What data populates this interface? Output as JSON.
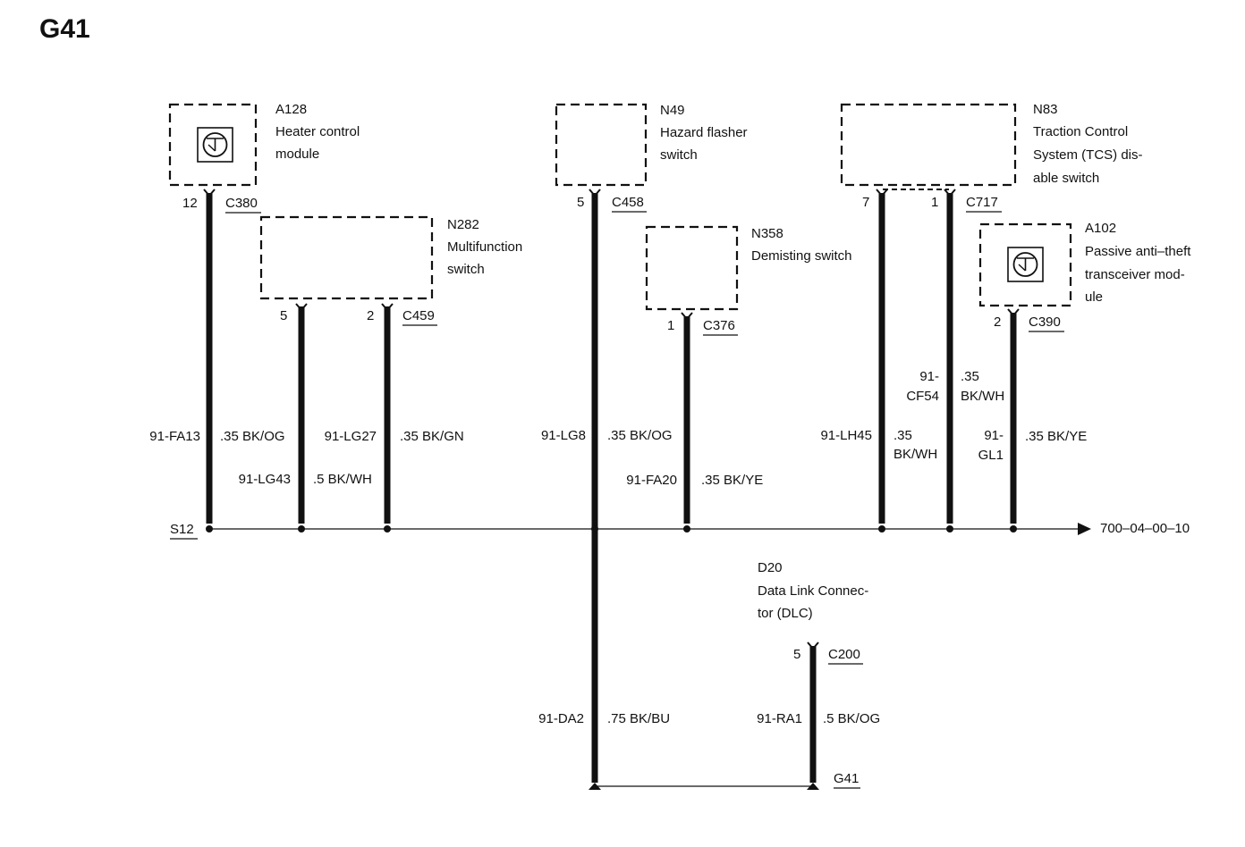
{
  "page_title": "G41",
  "bus_ref": "700–04–00–10",
  "splice": "S12",
  "ground": "G41",
  "components": {
    "a128": {
      "id": "A128",
      "lines": [
        "Heater control",
        "module"
      ]
    },
    "n282": {
      "id": "N282",
      "lines": [
        "Multifunction",
        "switch"
      ]
    },
    "n49": {
      "id": "N49",
      "lines": [
        "Hazard flasher",
        "switch"
      ]
    },
    "n358": {
      "id": "N358",
      "lines": [
        "Demisting switch"
      ]
    },
    "n83": {
      "id": "N83",
      "lines": [
        "Traction Control",
        "System (TCS) dis-",
        "able switch"
      ]
    },
    "a102": {
      "id": "A102",
      "lines": [
        "Passive anti–theft",
        "transceiver mod-",
        "ule"
      ]
    },
    "d20": {
      "id": "D20",
      "lines": [
        "Data Link Connec-",
        "tor (DLC)"
      ]
    }
  },
  "connectors": {
    "c380": "C380",
    "c459": "C459",
    "c458": "C458",
    "c376": "C376",
    "c717": "C717",
    "c390": "C390",
    "c200": "C200"
  },
  "pins": {
    "a128": "12",
    "n282_left": "5",
    "n282_right": "2",
    "n49": "5",
    "n358": "1",
    "n83_left": "7",
    "n83_right": "1",
    "a102": "2",
    "d20": "5"
  },
  "wires": {
    "fa13": {
      "circuit": "91-FA13",
      "spec": ".35 BK/OG"
    },
    "lg43": {
      "circuit": "91-LG43",
      "spec": ".5 BK/WH"
    },
    "lg27": {
      "circuit": "91-LG27",
      "spec": ".35 BK/GN"
    },
    "lg8": {
      "circuit": "91-LG8",
      "spec": ".35 BK/OG"
    },
    "fa20": {
      "circuit": "91-FA20",
      "spec": ".35 BK/YE"
    },
    "lh45": {
      "circuit": "91-LH45",
      "spec_lines": [
        ".35",
        "BK/WH"
      ]
    },
    "cf54": {
      "circuit_lines": [
        "91-",
        "CF54"
      ],
      "spec_lines": [
        ".35",
        "BK/WH"
      ]
    },
    "gl1": {
      "circuit_lines": [
        "91-",
        "GL1"
      ],
      "spec": ".35 BK/YE"
    },
    "da2": {
      "circuit": "91-DA2",
      "spec": ".75 BK/BU"
    },
    "ra1": {
      "circuit": "91-RA1",
      "spec": ".5 BK/OG"
    }
  }
}
